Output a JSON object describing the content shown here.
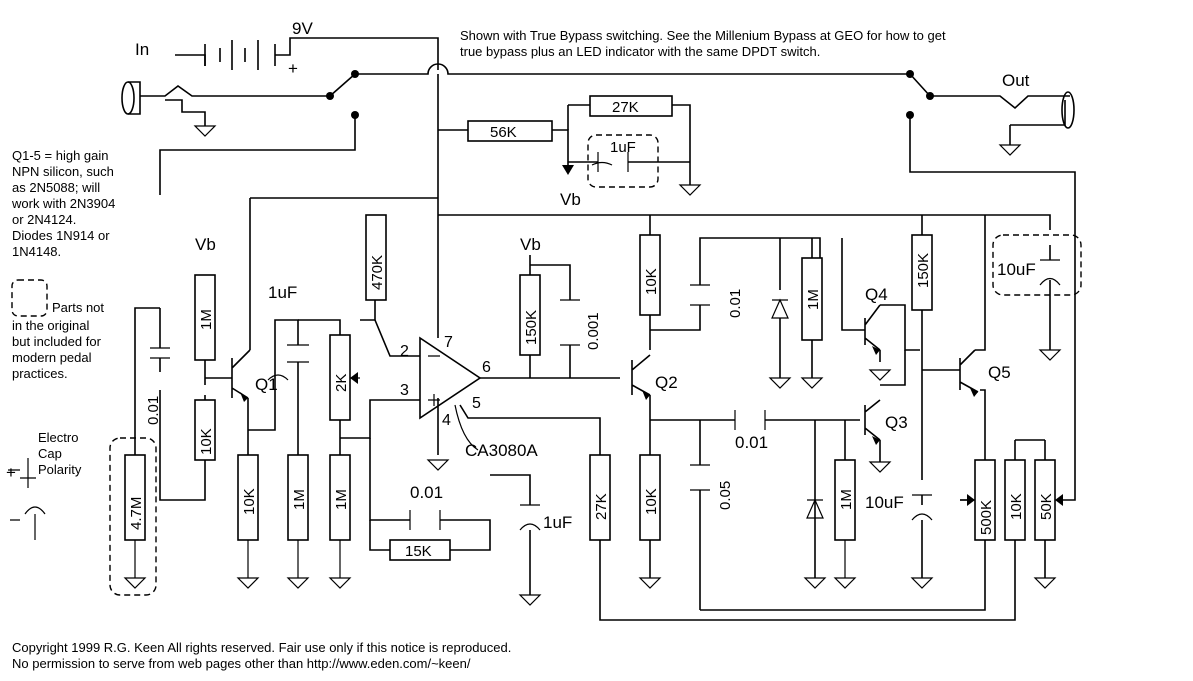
{
  "header": {
    "bypass_note_line1": "Shown with True Bypass switching. See the Millenium Bypass at GEO for how to get",
    "bypass_note_line2": "true bypass plus an LED indicator with the same DPDT switch."
  },
  "io": {
    "input": "In",
    "output": "Out",
    "battery": "9V",
    "battery_plus": "+"
  },
  "notes": {
    "q_note": [
      "Q1-5 = high gain",
      "NPN silicon, such",
      "as 2N5088; will",
      "work with 2N3904",
      "or 2N4124.",
      "Diodes 1N914 or",
      "1N4148."
    ],
    "parts_note": [
      "Parts not",
      "in the original",
      "but included for",
      "modern pedal",
      "practices."
    ],
    "cap_legend": [
      "Electro",
      "Cap",
      "Polarity"
    ],
    "plus": "+"
  },
  "labels": {
    "vb": "Vb",
    "q1": "Q1",
    "q2": "Q2",
    "q3": "Q3",
    "q4": "Q4",
    "q5": "Q5",
    "ic": "CA3080A",
    "pin2": "2",
    "pin3": "3",
    "pin4": "4",
    "pin5": "5",
    "pin6": "6",
    "pin7": "7"
  },
  "components": {
    "r56k": "56K",
    "r27k_top": "27K",
    "c1uf_top": "1uF",
    "r470k": "470K",
    "r1m_q1": "1M",
    "r10k_q1b": "10K",
    "c1uf_q1": "1uF",
    "c001_left": "0.01",
    "r47m": "4.7M",
    "r10k_q1e": "10K",
    "r1m_a": "1M",
    "pot2k": "2K",
    "r1m_b": "1M",
    "c001_fb": "0.01",
    "r15k": "15K",
    "c1uf_bot": "1uF",
    "r150k_vb": "150K",
    "c0001": "0.001",
    "r10k_q2c": "10K",
    "c001_q2": "0.01",
    "r1m_d": "1M",
    "r150k_q4": "150K",
    "c10uf_top": "10uF",
    "r27k_bot": "27K",
    "r10k_q2e": "10K",
    "c005": "0.05",
    "c001_mid": "0.01",
    "r1m_q3": "1M",
    "c10uf_mid": "10uF",
    "pot500k": "500K",
    "r10k_out": "10K",
    "pot50k": "50K"
  },
  "footer": {
    "copyright": "Copyright 1999 R.G. Keen   All rights reserved. Fair use only if this notice is reproduced.",
    "permission": "No permission to serve from web pages other than http://www.eden.com/~keen/"
  }
}
